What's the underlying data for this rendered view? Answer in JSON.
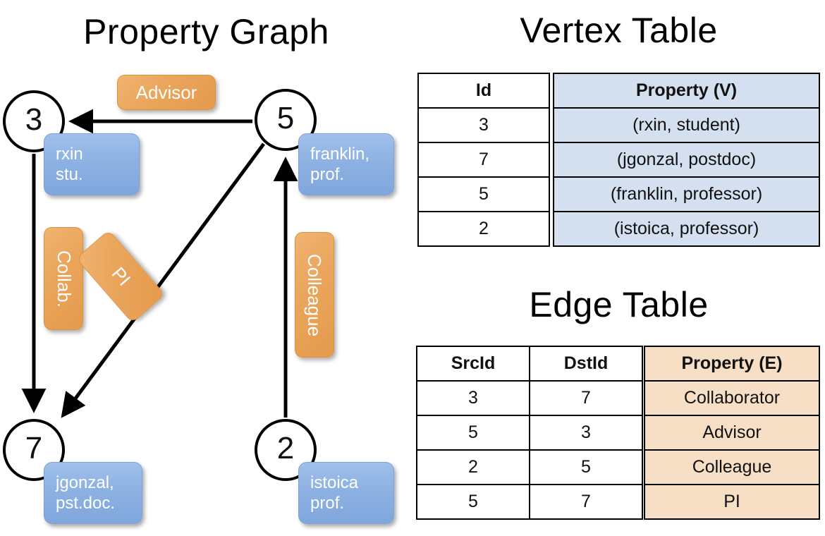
{
  "titles": {
    "property_graph": "Property Graph",
    "vertex_table": "Vertex Table",
    "edge_table": "Edge Table"
  },
  "graph": {
    "nodes": [
      {
        "id": "3",
        "property_lines": [
          "rxin",
          "stu."
        ]
      },
      {
        "id": "5",
        "property_lines": [
          "franklin,",
          "prof."
        ]
      },
      {
        "id": "7",
        "property_lines": [
          "jgonzal,",
          "pst.doc."
        ]
      },
      {
        "id": "2",
        "property_lines": [
          "istoica",
          "prof."
        ]
      }
    ],
    "edge_labels": [
      {
        "name": "advisor",
        "text": "Advisor"
      },
      {
        "name": "collab",
        "text": "Collab."
      },
      {
        "name": "pi",
        "text": "PI"
      },
      {
        "name": "colleague",
        "text": "Colleague"
      }
    ]
  },
  "vertex_table": {
    "headers": [
      "Id",
      "Property (V)"
    ],
    "rows": [
      {
        "id": "3",
        "property": "(rxin, student)"
      },
      {
        "id": "7",
        "property": "(jgonzal, postdoc)"
      },
      {
        "id": "5",
        "property": "(franklin, professor)"
      },
      {
        "id": "2",
        "property": "(istoica, professor)"
      }
    ]
  },
  "edge_table": {
    "headers": [
      "SrcId",
      "DstId",
      "Property (E)"
    ],
    "rows": [
      {
        "src": "3",
        "dst": "7",
        "property": "Collaborator"
      },
      {
        "src": "5",
        "dst": "3",
        "property": "Advisor"
      },
      {
        "src": "2",
        "dst": "5",
        "property": "Colleague"
      },
      {
        "src": "5",
        "dst": "7",
        "property": "PI"
      }
    ]
  },
  "colors": {
    "vertex_property_fill": "#d4dff0",
    "edge_property_fill": "#f7dfc6",
    "node_bubble_blue": "#8db1e2",
    "edge_label_orange": "#eaa65c",
    "stroke": "#000000",
    "background": "#ffffff"
  }
}
